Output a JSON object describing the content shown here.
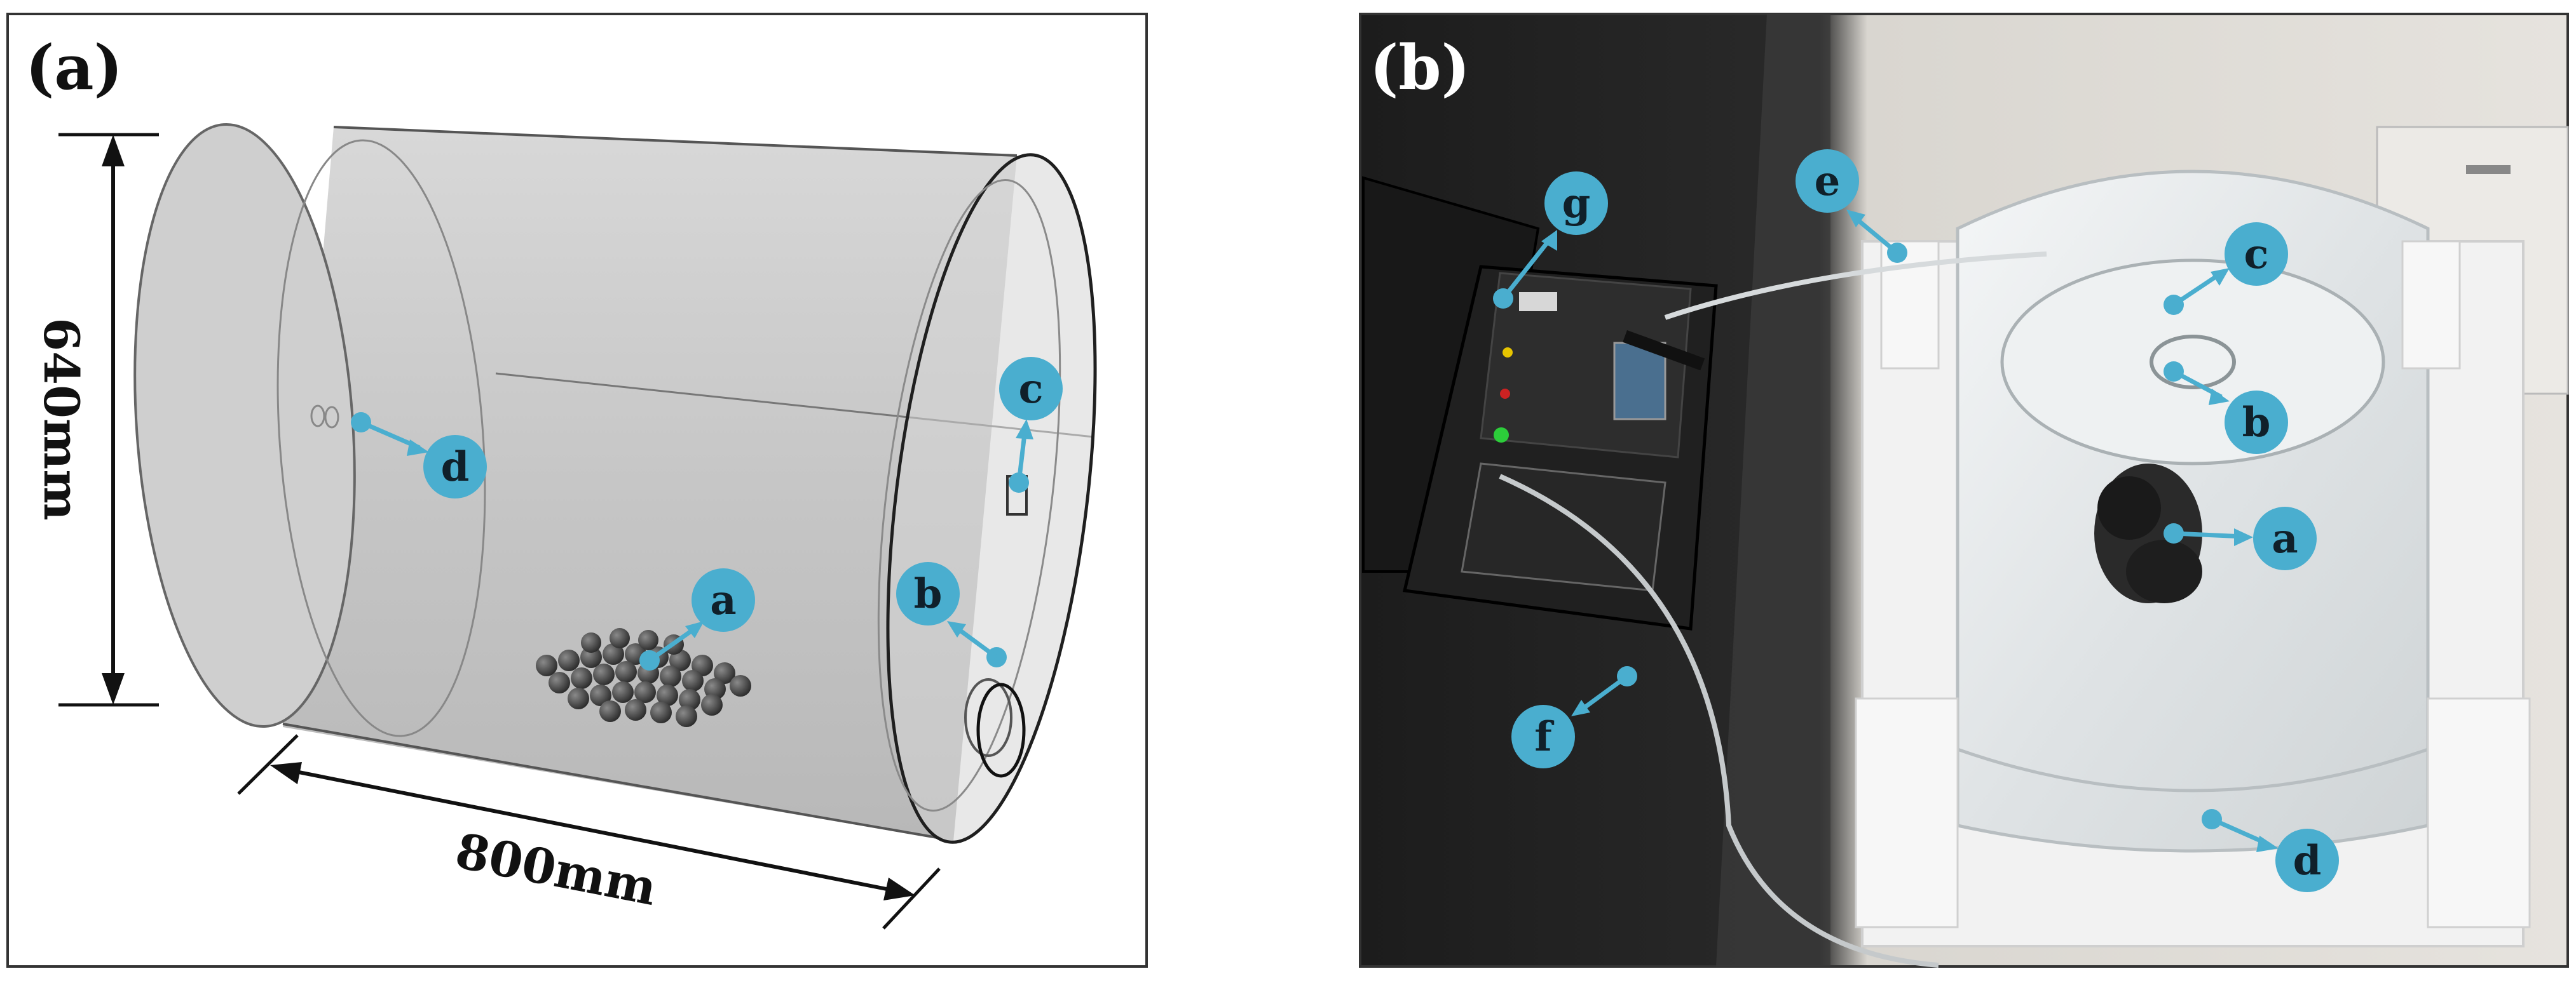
{
  "panel_a": {
    "label": "(a)",
    "height_dimension": "640mm",
    "length_dimension": "800mm",
    "callouts": [
      "a",
      "b",
      "c",
      "d"
    ]
  },
  "panel_b": {
    "label": "(b)",
    "callouts": [
      "a",
      "b",
      "c",
      "d",
      "e",
      "f",
      "g"
    ]
  },
  "colors": {
    "callout_fill": "#4aaecf",
    "cylinder_stroke": "#555555",
    "frame": "#333333"
  }
}
